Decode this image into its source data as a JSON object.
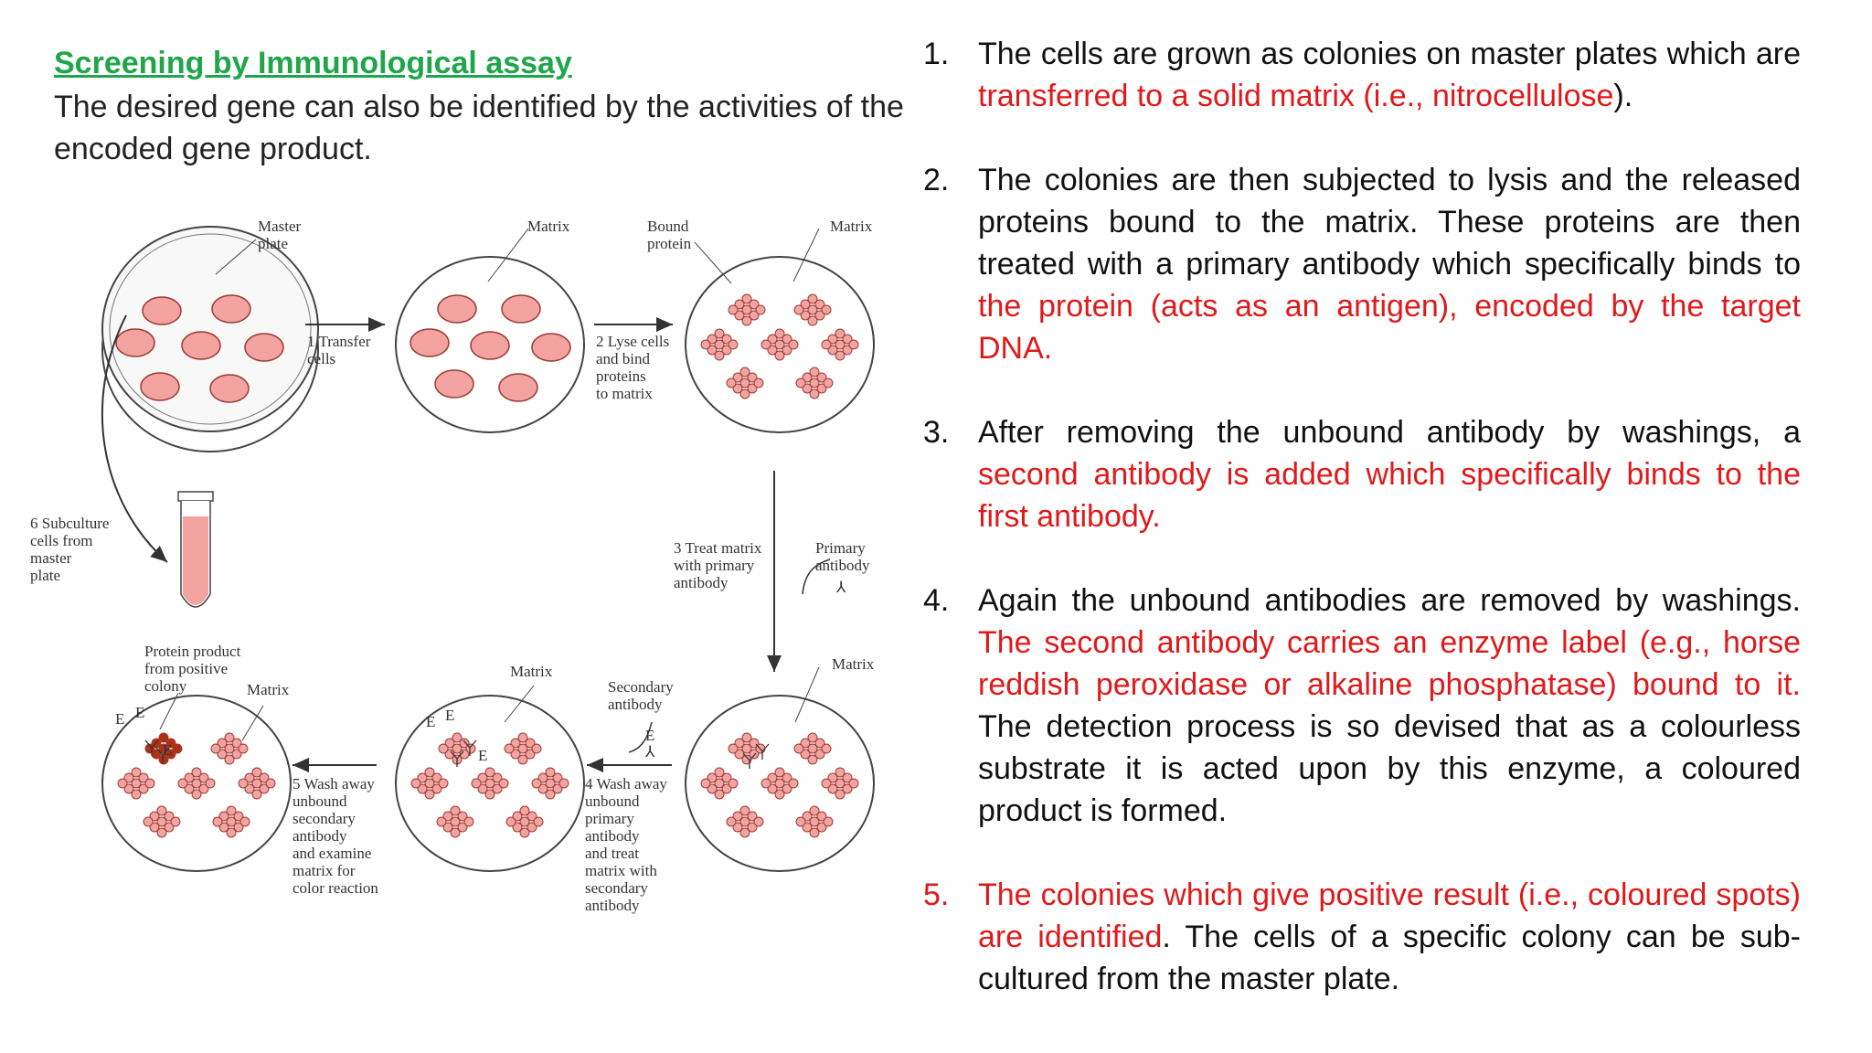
{
  "heading": "Screening by Immunological assay",
  "intro": "The desired gene can also be identified by the activities of the encoded gene product.",
  "diagram": {
    "master_plate": [
      "Master",
      "plate"
    ],
    "matrix": "Matrix",
    "bound_protein": [
      "Bound",
      "protein"
    ],
    "step1": [
      "1  Transfer",
      "cells"
    ],
    "step2": [
      "2  Lyse cells",
      "and bind",
      "proteins",
      "to matrix"
    ],
    "step3": [
      "3  Treat matrix",
      "with primary",
      "antibody"
    ],
    "primary_antibody": [
      "Primary",
      "antibody"
    ],
    "step4": [
      "4  Wash away",
      "unbound",
      "primary",
      "antibody",
      "and treat",
      "matrix with",
      "secondary",
      "antibody"
    ],
    "secondary_antibody": [
      "Secondary",
      "antibody"
    ],
    "step5": [
      "5  Wash away",
      "unbound",
      "secondary",
      "antibody",
      "and examine",
      "matrix for",
      "color reaction"
    ],
    "step6": [
      "6  Subculture",
      "cells from",
      "master",
      "plate"
    ],
    "protein_product": [
      "Protein product",
      "from positive",
      "colony"
    ],
    "enzyme": "E"
  },
  "steps": [
    {
      "num": "1.",
      "parts": [
        {
          "t": "The cells are grown as colonies on master plates which are ",
          "red": false
        },
        {
          "t": "transferred to a solid matrix (i.e., nitrocellulose",
          "red": true
        },
        {
          "t": ").",
          "red": false
        }
      ]
    },
    {
      "num": "2.",
      "parts": [
        {
          "t": "The colonies are then subjected to lysis and the released proteins bound to the matrix. These proteins are then treated with a primary antibody which specifically binds to ",
          "red": false
        },
        {
          "t": "the protein (acts as an antigen), encoded by the target DNA.",
          "red": true
        }
      ]
    },
    {
      "num": "3.",
      "parts": [
        {
          "t": "After removing the unbound antibody by washings, a ",
          "red": false
        },
        {
          "t": "second antibody is added which specifically binds to the first antibody.",
          "red": true
        }
      ]
    },
    {
      "num": "4.",
      "parts": [
        {
          "t": "Again the unbound antibodies are removed by washings. ",
          "red": false
        },
        {
          "t": "The second antibody carries an enzyme label (e.g., horse reddish peroxidase or alkaline phosphatase) bound to it.",
          "red": true
        },
        {
          "t": " The detection process is so devised that as a colourless substrate it is acted upon by this enzyme, a coloured product is formed.",
          "red": false
        }
      ]
    },
    {
      "num": "5.",
      "allred_num": true,
      "parts": [
        {
          "t": "The colonies which give positive result (i.e., coloured spots) are identified",
          "red": true
        },
        {
          "t": ". The cells of a specific colony can be sub-cultured from the master plate.",
          "red": false
        }
      ]
    }
  ],
  "colors": {
    "heading": "#1fa64a",
    "highlight": "#e0191a",
    "colony": "#f3a3a0",
    "colony_stroke": "#9b3b36",
    "positive": "#b03010"
  }
}
